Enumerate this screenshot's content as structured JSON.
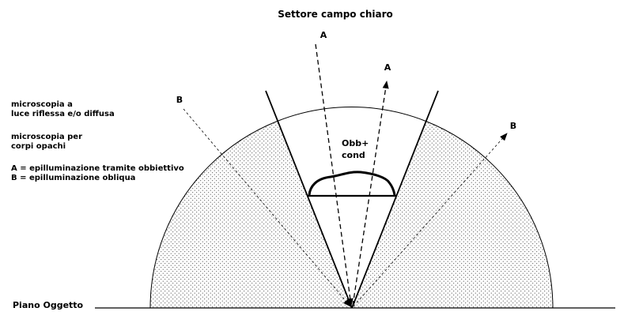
{
  "title": "Settore campo chiaro",
  "sample_label": [
    "Obb+",
    "cond"
  ],
  "ray_labels": {
    "a_incoming": "A",
    "a_outgoing": "A",
    "b_incoming": "B",
    "b_outgoing": "B"
  },
  "side_notes": {
    "note1": [
      "microscopia a",
      "luce riflessa e/o diffusa"
    ],
    "note2": [
      "microscopia per",
      "corpi opachi"
    ],
    "legend_a": "A = epilluminazione tramite obbiettivo",
    "legend_b": "B = epilluminazione obliqua"
  },
  "plane_label": "Piano Oggetto"
}
